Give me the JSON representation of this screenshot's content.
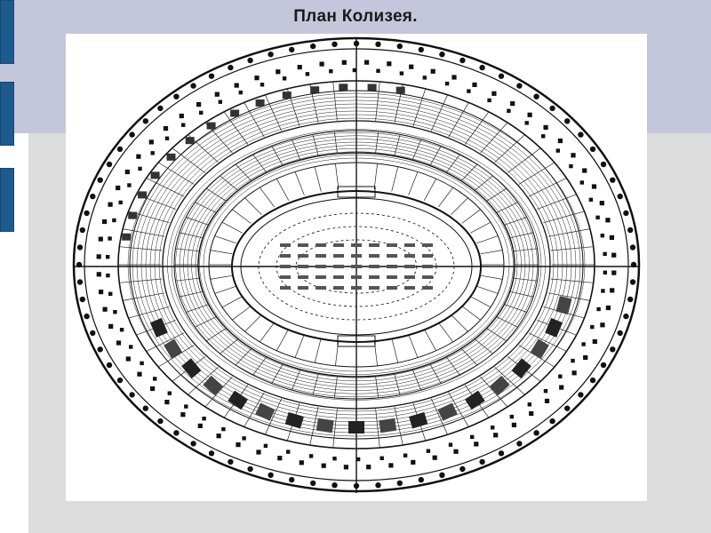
{
  "slide": {
    "title": "План Колизея."
  },
  "colors": {
    "top_band": "#c4c7dc",
    "lower_panel": "#dcdcdc",
    "accent_tabs": "#1d5a8e",
    "plan_ink": "#111111"
  },
  "image": {
    "subject": "colosseum-floor-plan",
    "style": "black-and-white architectural line drawing"
  }
}
